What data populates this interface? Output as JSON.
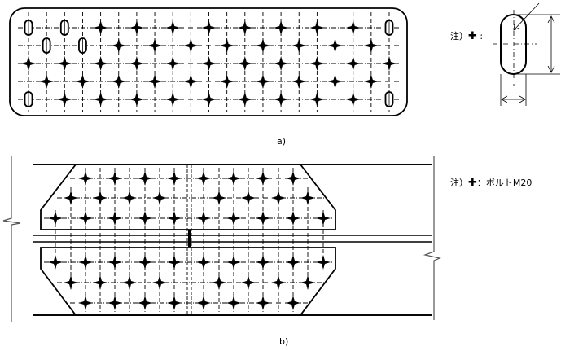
{
  "figure_a": {
    "label": "a)",
    "note_prefix": "注）",
    "note_separator": ":"
  },
  "figure_b": {
    "label": "b)",
    "note_prefix": "注）",
    "note_text": "：ボルトM20"
  },
  "bolt_symbol": "✚"
}
